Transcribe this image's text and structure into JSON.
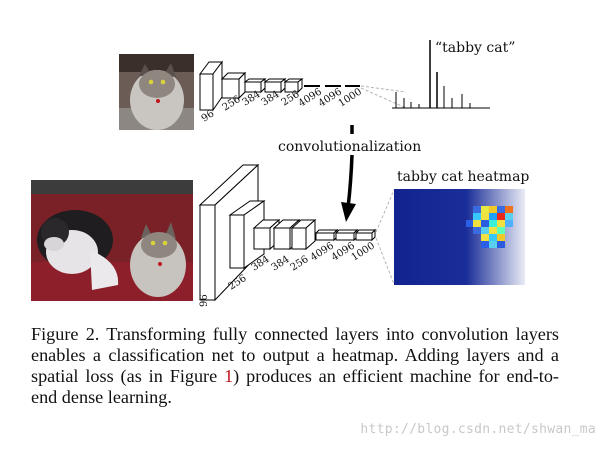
{
  "figure": {
    "top_stack": {
      "layer_labels": [
        "96",
        "256",
        "384",
        "384",
        "256",
        "4096",
        "4096",
        "1000"
      ]
    },
    "bottom_stack": {
      "layer_labels": [
        "96",
        "256",
        "384",
        "384",
        "256",
        "4096",
        "4096",
        "1000"
      ]
    },
    "class_label": "“tabby cat”",
    "arrow_label": "convolutionalization",
    "heatmap_title": "tabby cat heatmap",
    "colors": {
      "heatmap_bg": "#12238f",
      "arrow": "#000000",
      "dash": "#b4b4b4"
    }
  },
  "caption": {
    "prefix": "Figure 2.   Transforming fully connected layers into convolution layers enables a classification net to output a heatmap.  Adding layers and a spatial loss (as in Figure ",
    "ref": "1",
    "suffix": ") produces an efficient machine for end-to-end dense learning."
  },
  "watermark": "http://blog.csdn.net/shwan_ma"
}
